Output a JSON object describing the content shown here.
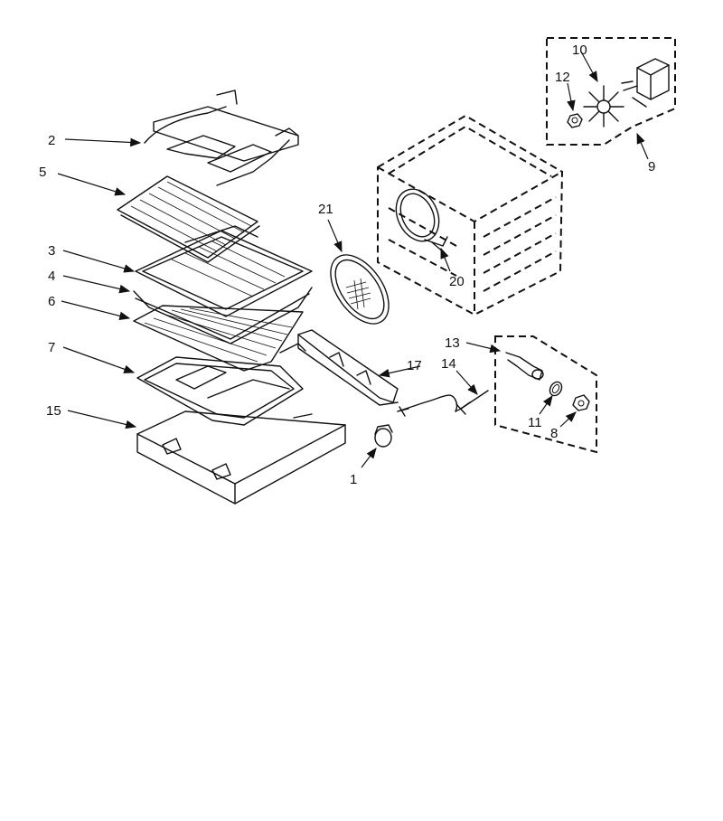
{
  "parts": {
    "p1": "1",
    "p2": "2",
    "p3": "3",
    "p4": "4",
    "p5": "5",
    "p6": "6",
    "p7": "7",
    "p8": "8",
    "p9": "9",
    "p10": "10",
    "p11": "11",
    "p12": "12",
    "p13": "13",
    "p14": "14",
    "p15": "15",
    "p17": "17",
    "p20": "20",
    "p21": "21"
  }
}
